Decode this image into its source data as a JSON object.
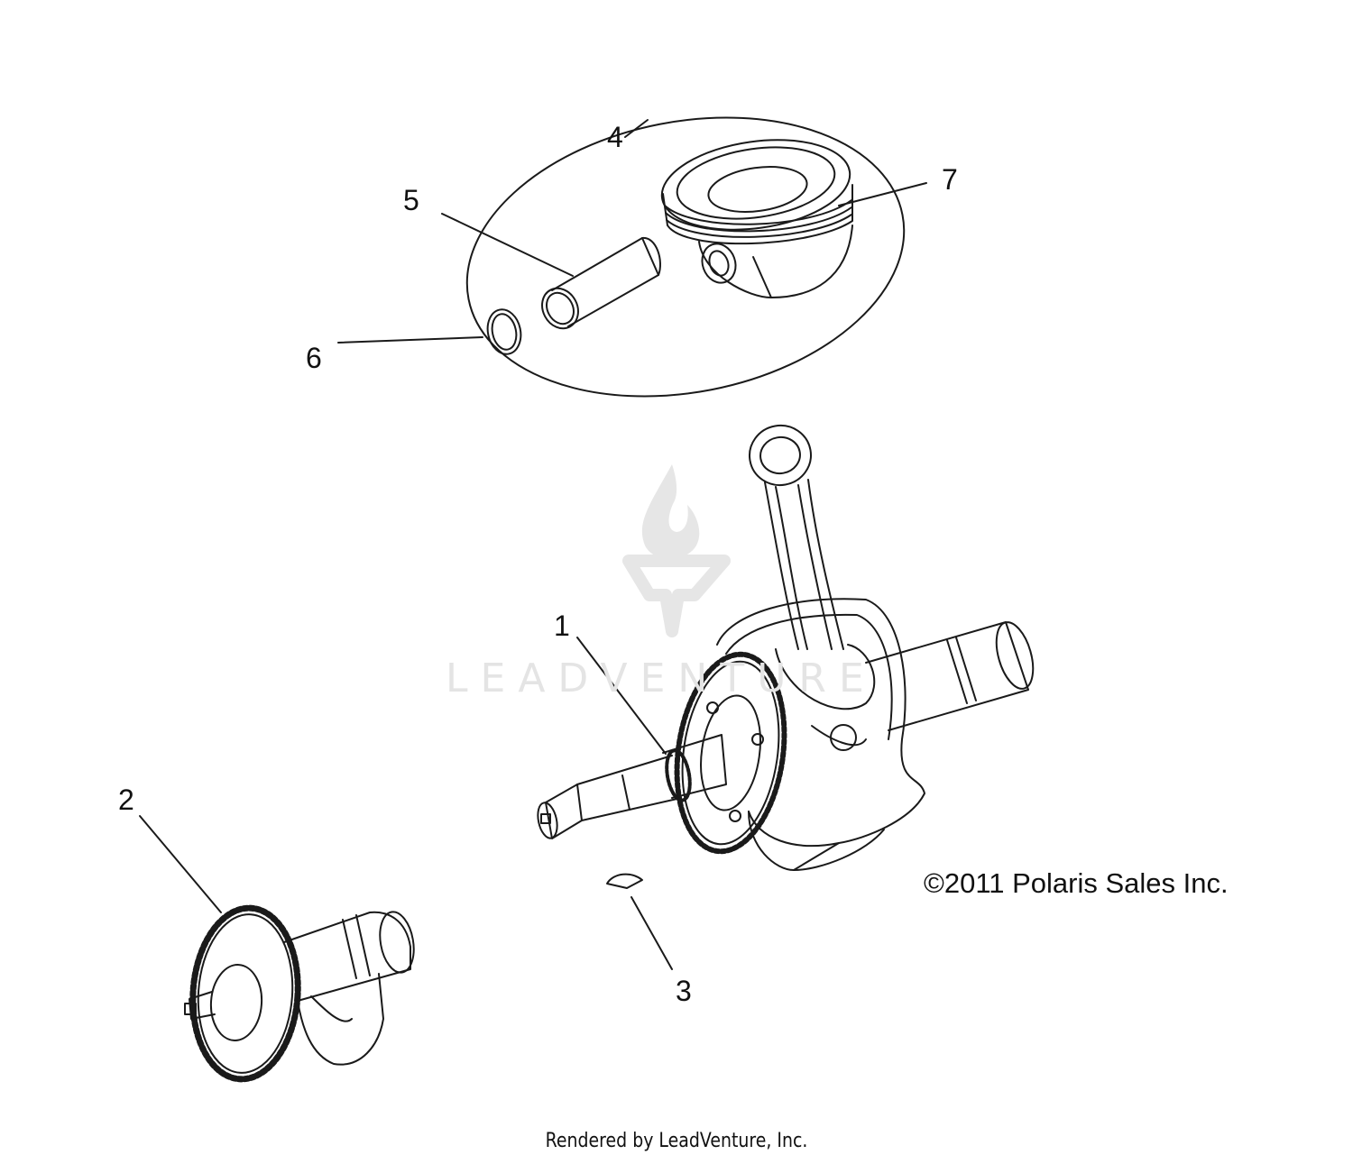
{
  "diagram": {
    "callouts": [
      {
        "id": "1",
        "label": "1"
      },
      {
        "id": "2",
        "label": "2"
      },
      {
        "id": "3",
        "label": "3"
      },
      {
        "id": "4",
        "label": "4"
      },
      {
        "id": "5",
        "label": "5"
      },
      {
        "id": "6",
        "label": "6"
      },
      {
        "id": "7",
        "label": "7"
      }
    ],
    "copyright": "©2011 Polaris Sales Inc.",
    "render_credit": "Rendered by LeadVenture, Inc.",
    "watermark": "LEADVENTURE",
    "colors": {
      "line": "#1a1a1a",
      "watermark": "#e4e4e4",
      "background": "#ffffff"
    }
  }
}
